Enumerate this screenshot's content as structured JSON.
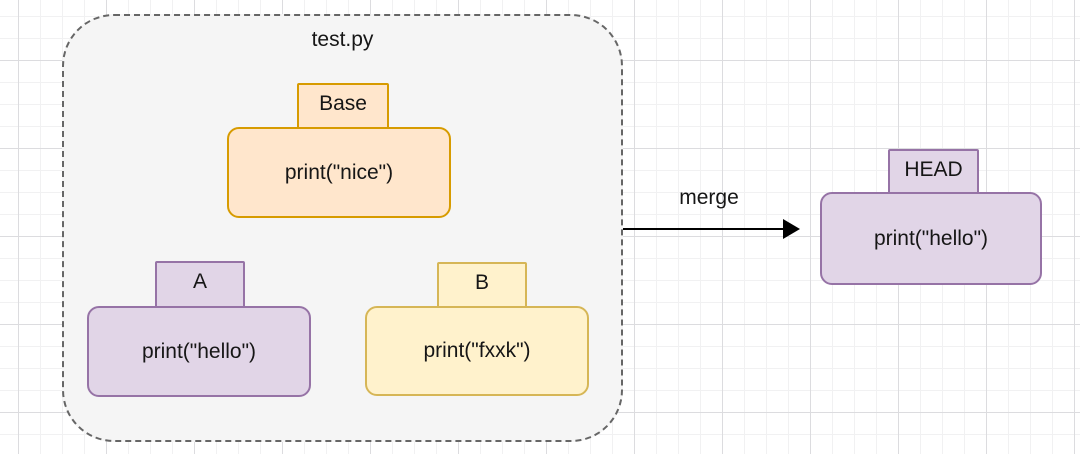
{
  "container": {
    "label": "test.py",
    "fill": "#f5f5f5",
    "stroke": "#666666"
  },
  "nodes": {
    "base": {
      "tab_label": "Base",
      "code": "print(\"nice\")",
      "fill": "#ffe6cc",
      "stroke": "#d79b00"
    },
    "a": {
      "tab_label": "A",
      "code": "print(\"hello\")",
      "fill": "#e1d5e7",
      "stroke": "#9673a6"
    },
    "b": {
      "tab_label": "B",
      "code": "print(\"fxxk\")",
      "fill": "#fff2cc",
      "stroke": "#d6b656"
    },
    "head": {
      "tab_label": "HEAD",
      "code": "print(\"hello\")",
      "fill": "#e1d5e7",
      "stroke": "#9673a6"
    }
  },
  "arrow": {
    "label": "merge",
    "color": "#000000"
  }
}
